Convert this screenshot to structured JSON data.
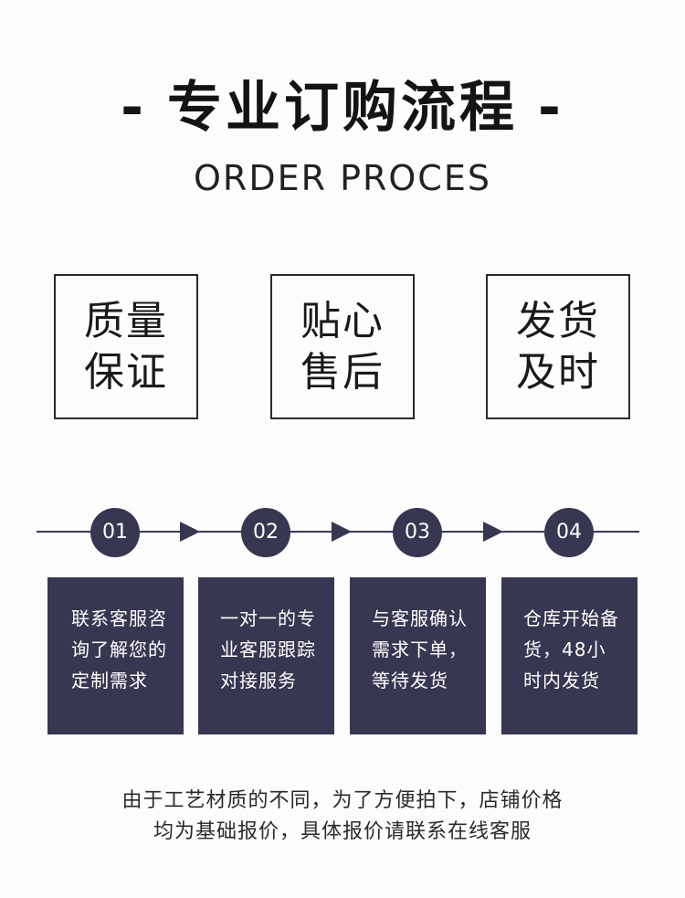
{
  "header": {
    "dash_left": "-",
    "title": "专业订购流程",
    "dash_right": "-",
    "subtitle": "ORDER PROCES"
  },
  "features": [
    {
      "line1": "质量",
      "line2": "保证"
    },
    {
      "line1": "贴心",
      "line2": "售后"
    },
    {
      "line1": "发货",
      "line2": "及时"
    }
  ],
  "colors": {
    "accent": "#383751",
    "background": "#fdfcfd",
    "text": "#1b1b1b"
  },
  "steps": [
    {
      "number": "01",
      "lines": [
        "联系客服咨",
        "询了解您的",
        "定制需求"
      ]
    },
    {
      "number": "02",
      "lines": [
        "一对一的专",
        "业客服跟踪",
        "对接服务"
      ]
    },
    {
      "number": "03",
      "lines": [
        "与客服确认",
        "需求下单，",
        "等待发货"
      ]
    },
    {
      "number": "04",
      "lines": [
        "仓库开始备",
        "货，48小",
        "时内发货"
      ]
    }
  ],
  "footer": {
    "line1": "由于工艺材质的不同，为了方便拍下，店铺价格",
    "line2": "均为基础报价，具体报价请联系在线客服"
  }
}
